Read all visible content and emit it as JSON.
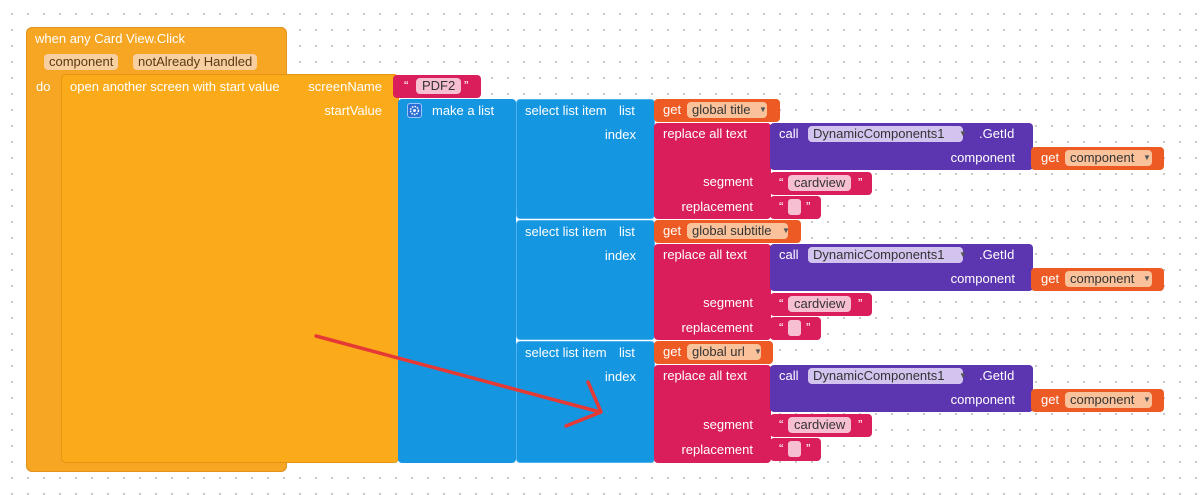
{
  "event": {
    "title": "when any Card View.Click",
    "params": [
      "component",
      "notAlready Handled"
    ],
    "do_label": "do"
  },
  "open_screen": {
    "label": "open another screen with start value",
    "screen_name_label": "screenName",
    "screen_name_value": "PDF2",
    "start_value_label": "startValue"
  },
  "make_list": {
    "label": "make a list"
  },
  "items": [
    {
      "select_label": "select list item",
      "list_label": "list",
      "get_label": "get",
      "variable": "global title",
      "index_label": "index",
      "replace_label": "replace all text",
      "call_label": "call",
      "component_name": "DynamicComponents1",
      "method": ".GetId",
      "component_label": "component",
      "component_var": "component",
      "segment_label": "segment",
      "segment_value": "cardview",
      "replacement_label": "replacement",
      "replacement_value": ""
    },
    {
      "select_label": "select list item",
      "list_label": "list",
      "get_label": "get",
      "variable": "global subtitle",
      "index_label": "index",
      "replace_label": "replace all text",
      "call_label": "call",
      "component_name": "DynamicComponents1",
      "method": ".GetId",
      "component_label": "component",
      "component_var": "component",
      "segment_label": "segment",
      "segment_value": "cardview",
      "replacement_label": "replacement",
      "replacement_value": ""
    },
    {
      "select_label": "select list item",
      "list_label": "list",
      "get_label": "get",
      "variable": "global url",
      "index_label": "index",
      "replace_label": "replace all text",
      "call_label": "call",
      "component_name": "DynamicComponents1",
      "method": ".GetId",
      "component_label": "component",
      "component_var": "component",
      "segment_label": "segment",
      "segment_value": "cardview",
      "replacement_label": "replacement",
      "replacement_value": ""
    }
  ],
  "colors": {
    "event": "#f6a623",
    "control": "#fbab1a",
    "list": "#1596e0",
    "text": "#d91e5b",
    "variable": "#ee5a24",
    "component": "#5c35b0",
    "annotation_arrow": "#e53935"
  }
}
